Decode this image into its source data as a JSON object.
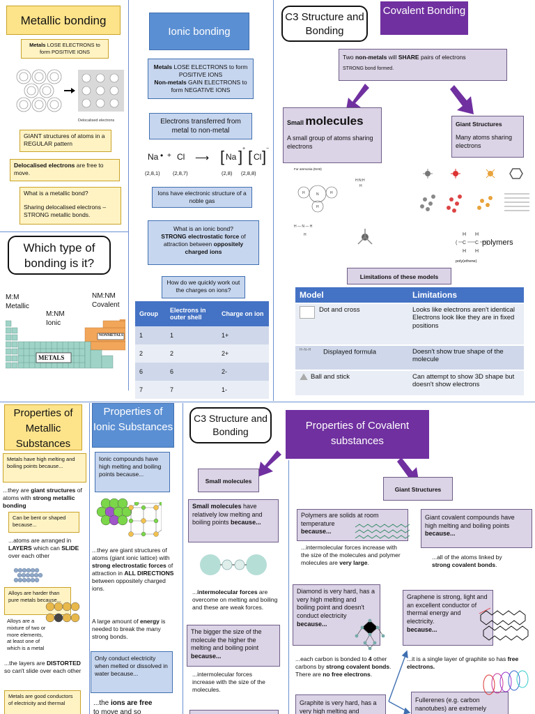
{
  "metallic": {
    "title": "Metallic bonding",
    "box1_a": "Metals",
    "box1_b": " LOSE ELECTRONS to form POSITIVE IONS",
    "delocalised_caption": "Delocalised electrons",
    "giant": "GIANT structures of atoms in a REGULAR pattern",
    "deloc_a": "Delocalised electrons",
    "deloc_b": " are free to move.",
    "q": "What is a metallic bond?",
    "a": "Sharing delocalised electrons – STRONG metallic bonds."
  },
  "ionic": {
    "title": "Ionic bonding",
    "box1_a": "Metals",
    "box1_b": " LOSE ELECTRONS to form POSITIVE IONS",
    "box1_c": "Non-metals",
    "box1_d": " GAIN ELECTRONS to form NEGATIVE IONS",
    "transfer": "Electrons transferred from metal to non-metal",
    "eq_na": "Na",
    "eq_cl": "Cl",
    "eq_na_ion": "Na",
    "eq_cl_ion": "Cl",
    "cfg1": "(2,8,1)",
    "cfg2": "(2,8,7)",
    "cfg3": "(2,8)",
    "cfg4": "(2,8,8)",
    "noble": "Ions have electronic structure of a noble gas",
    "q": "What is an ionic bond?",
    "a1": "STRONG electrostatic force",
    "a2": " of attraction between ",
    "a3": "oppositely charged ions",
    "quick": "How do we quickly work out the charges on ions?",
    "table": {
      "headers": [
        "Group",
        "Electrons in outer shell",
        "Charge on ion"
      ],
      "rows": [
        [
          "1",
          "1",
          "1+"
        ],
        [
          "2",
          "2",
          "2+"
        ],
        [
          "6",
          "6",
          "2-"
        ],
        [
          "7",
          "7",
          "1-"
        ]
      ]
    }
  },
  "which": {
    "title": "Which type of bonding is it?",
    "mm": "M:M Metallic",
    "mnm": "M:NM Ionic",
    "nmnm": "NM:NM Covalent",
    "nonmetals": "NONMETALS",
    "metals": "METALS"
  },
  "covalent": {
    "c3": "C3 Structure and Bonding",
    "title": "Covalent Bonding",
    "share_a": "Two ",
    "share_b": "non-metals",
    "share_c": " will ",
    "share_d": "SHARE",
    "share_e": " pairs of electrons",
    "strong": "STRONG bond formed.",
    "small_a": "Small",
    "small_b": "molecules",
    "small_desc": "A small group of atoms sharing electrons",
    "giant_title": "Giant Structures",
    "giant_desc": "Many atoms sharing electrons",
    "ammonia": "For ammonia (NH3)",
    "polymers": "polymers",
    "polyethene": "poly(ethene)",
    "limits_title": "Limitations of these models",
    "limits": {
      "headers": [
        "Model",
        "Limitations"
      ],
      "rows": [
        [
          "Dot and cross",
          "Looks like electrons aren't identical\nElectrons look like they are in fixed positions"
        ],
        [
          "Displayed formula",
          "Doesn't show true shape of the molecule"
        ],
        [
          "Ball and stick",
          "Can attempt to show 3D shape but doesn't show electrons"
        ]
      ]
    }
  },
  "props_metal": {
    "title": "Properties of Metallic Substances",
    "b1": "Metals have high melting and boiling points because...",
    "b1t_a": "...they are ",
    "b1t_b": "giant structures",
    "b1t_c": " of atoms with ",
    "b1t_d": "strong metallic bonding",
    "b2": "Can be bent or shaped because...",
    "b2t_a": "...atoms are arranged in ",
    "b2t_b": "LAYERS",
    "b2t_c": " which can ",
    "b2t_d": "SLIDE",
    "b2t_e": " over each other",
    "b3": "Alloys are harder than pure metals because...",
    "b3t1": "Alloys are a mixture of two or more elements, at least one of which is a metal",
    "b3t2_a": "...the layers are ",
    "b3t2_b": "DISTORTED",
    "b3t2_c": " so can't slide over each other",
    "b4": "Metals are good conductors of electricity and thermal"
  },
  "props_ionic": {
    "title": "Properties of Ionic Substances",
    "b1": "Ionic compounds have high melting and boiling points because...",
    "t1_a": "...they are giant structures of atoms (giant ionic lattice) with ",
    "t1_b": "strong electrostatic forces",
    "t1_c": " of attraction in ",
    "t1_d": "ALL DIRECTIONS",
    "t1_e": " between oppositely charged ions.",
    "t2_a": "A large amount of ",
    "t2_b": "energy",
    "t2_c": " is needed to break the many strong bonds.",
    "b2": "Only conduct electricity when melted or dissolved in water because...",
    "t3_a": "...the ",
    "t3_b": "ions are free",
    "t3_c": " to move and so"
  },
  "props_cov": {
    "c3": "C3 Structure and Bonding",
    "title": "Properties of Covalent substances",
    "small_hdr": "Small molecules",
    "giant_hdr": "Giant Structures",
    "s1_a": "Small molecules",
    "s1_b": " have relatively low melting and boiling points ",
    "s1_c": "because...",
    "s1t_a": "...",
    "s1t_b": "intermolecular forces",
    "s1t_c": " are overcome on melting and boiling and these are weak forces.",
    "s2": "The bigger the size of the molecule the higher the melting and boiling point",
    "s2_b": "because...",
    "s2t": "...intermolecular forces increase with the size of the molecules.",
    "p1": "Polymers are solids at room temperature",
    "p1_b": "because...",
    "p1t_a": "...intermolecular forces increase with the size of the molecules and polymer molecules are ",
    "p1t_b": "very large",
    "p1t_c": ".",
    "g1": "Giant covalent compounds have high melting and boiling points",
    "g1_b": "because...",
    "g1t_a": "...all of the atoms linked by ",
    "g1t_b": "strong covalent bonds",
    "g1t_c": ".",
    "d1": "Diamond is very hard, has a very high melting and boiling point and doesn't conduct electricity",
    "d1_b": "because...",
    "d1t_a": "...each carbon is bonded to ",
    "d1t_b": "4",
    "d1t_c": " other carbons by ",
    "d1t_d": "strong covalent bonds",
    "d1t_e": ". There are ",
    "d1t_f": "no free electrons",
    "d1t_g": ".",
    "gr1": "Graphene is strong, light and an excellent conductor of thermal energy and electricity.",
    "gr1_b": "because...",
    "gr1t_a": "...it is a single layer of graphite so has ",
    "gr1t_b": "free electrons.",
    "gp1": "Graphite is very hard, has a very high melting and",
    "fu1": "Fullerenes (e.g. carbon nanotubes) are extremely"
  }
}
